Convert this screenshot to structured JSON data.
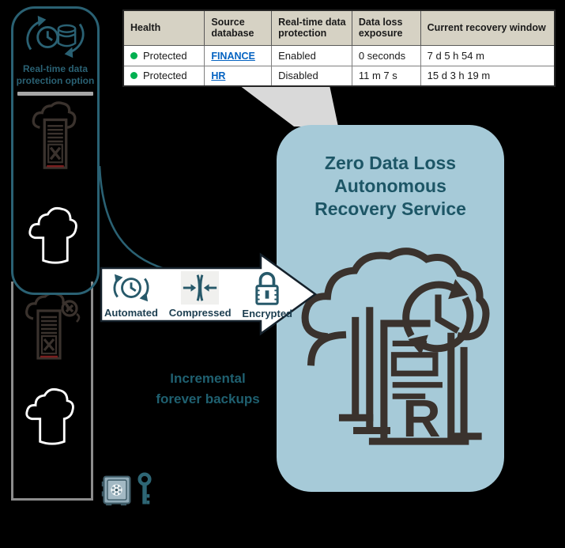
{
  "table": {
    "columns": [
      "Health",
      "Source database",
      "Real-time data protection",
      "Data loss exposure",
      "Current recovery window"
    ],
    "rows": [
      {
        "health": "Protected",
        "source_database": "FINANCE",
        "realtime_protection": "Enabled",
        "data_loss_exposure": "0 seconds",
        "recovery_window": "7 d 5 h 54 m"
      },
      {
        "health": "Protected",
        "source_database": "HR",
        "realtime_protection": "Disabled",
        "data_loss_exposure": "11 m 7 s",
        "recovery_window": "15 d 3 h 19 m"
      }
    ]
  },
  "left_panel": {
    "realtime_option_label": "Real-time data protection option"
  },
  "pipeline": {
    "automated_label": "Automated",
    "compressed_label": "Compressed",
    "encrypted_label": "Encrypted"
  },
  "annotations": {
    "incremental_backups": "Incremental forever backups"
  },
  "service_box": {
    "title": "Zero Data Loss Autonomous Recovery Service",
    "recovery_letter": "R"
  },
  "icons": {
    "realtime_sync_icon": "circular arrows around clock and database",
    "cloud_database_excluded_icon": "cloud over database server with X mark",
    "cloud_database_gear_icon": "cloud database with X and sync gear badge",
    "onprem_database_silhouette_icon": "solid black cloud-server silhouette",
    "automated_icon": "clock with circular sync arrows",
    "compressed_icon": "inward arrows squeezing lines",
    "encrypted_icon": "padlock",
    "safe_icon": "vault safe with dial",
    "key_icon": "key",
    "recovery_cloud_icon": "cloud with stacked backups, sync clock and letter R"
  },
  "colors": {
    "background": "#000000",
    "accent_teal": "#2a6173",
    "service_box_fill": "#a6cad8",
    "service_title": "#1d5666",
    "link_blue": "#0563c1",
    "status_green": "#00b050",
    "header_beige": "#d6d2c4",
    "icon_dark": "#3a322d",
    "gray_border": "#8c8c8c",
    "callout_gray": "#d9d9d9"
  }
}
